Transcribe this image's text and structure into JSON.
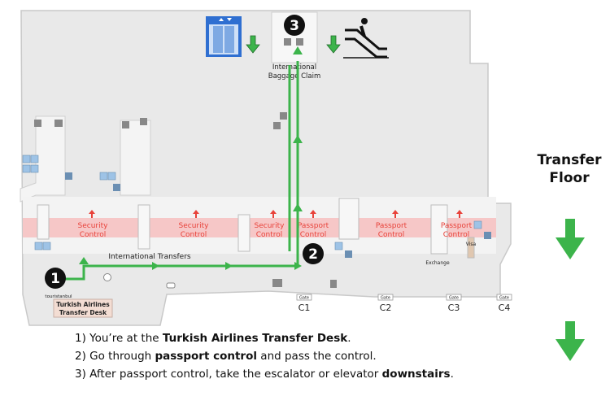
{
  "map": {
    "baggage_claim": [
      "International",
      "Baggage Claim"
    ],
    "security_control": [
      "Security",
      "Control"
    ],
    "passport_control": [
      "Passport",
      "Control"
    ],
    "international_transfers": "International Transfers",
    "exchange": "Exchange",
    "visa": "Visa",
    "tourist_info": "touristanbul",
    "transfer_desk": [
      "Turkish Airlines",
      "Transfer Desk"
    ],
    "gate_label": "Gate",
    "gates": [
      "C1",
      "C2",
      "C3",
      "C4"
    ],
    "markers": [
      "1",
      "2",
      "3"
    ]
  },
  "side_title": [
    "Transfer",
    "Floor"
  ],
  "steps": [
    {
      "prefix": "1) You’re at the ",
      "bold": "Turkish Airlines Transfer Desk",
      "suffix": "."
    },
    {
      "prefix": "2) Go through ",
      "bold": "passport control",
      "suffix": " and pass the control."
    },
    {
      "prefix": "3) After passport control, take the escalator or elevator ",
      "bold": "downstairs",
      "suffix": "."
    }
  ],
  "colors": {
    "route": "#3cb44b",
    "security_band": "#f6c7c7",
    "security_text": "#e8423a",
    "floor": "#e9e9e9",
    "elevator": "#2f6fd1"
  },
  "icons": [
    "elevator-icon",
    "escalator-icon",
    "arrow-down-icon",
    "restroom-icon",
    "wheelchair-icon",
    "escalator-sign-icon",
    "info-icon"
  ]
}
